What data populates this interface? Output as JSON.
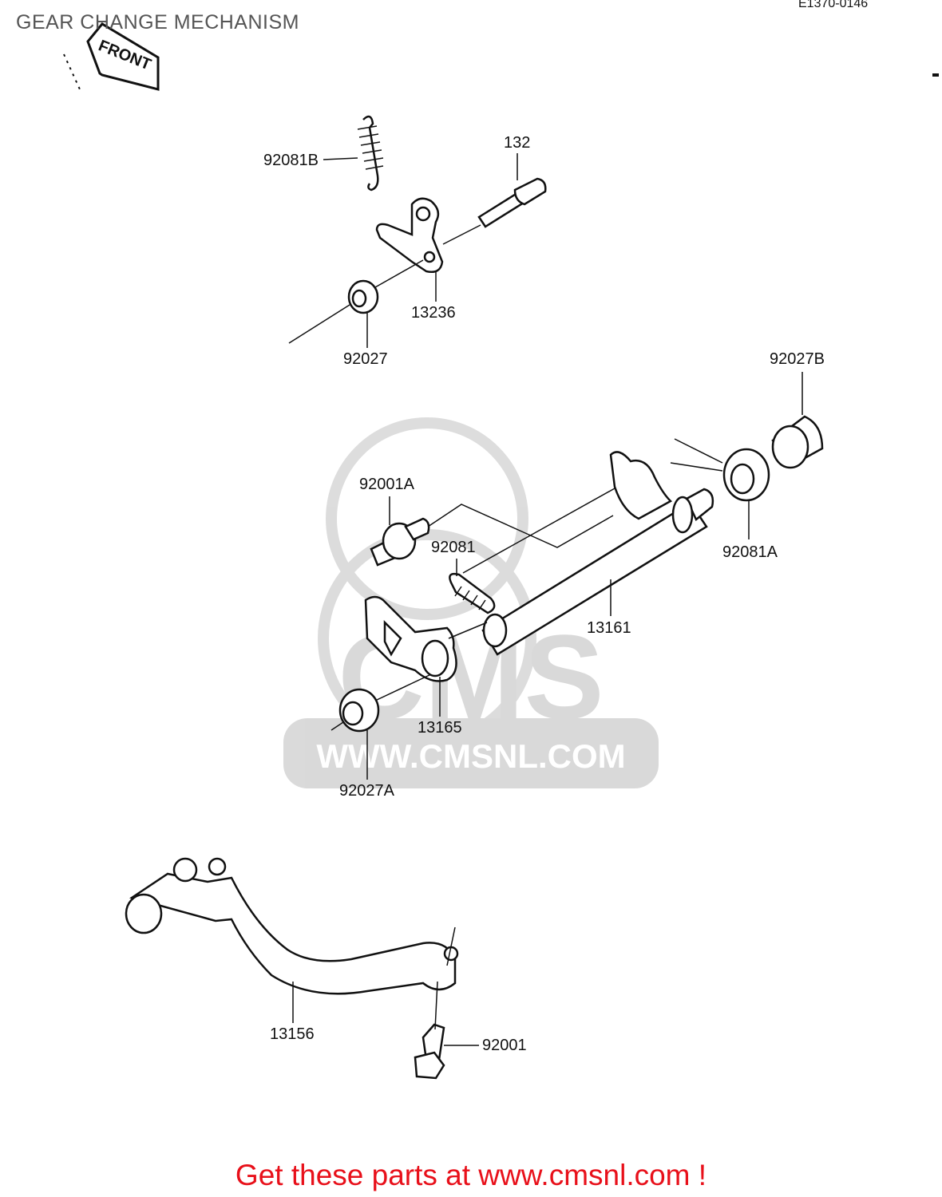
{
  "header": {
    "title": "GEAR CHANGE MECHANISM",
    "diagram_code": "E1370-0146"
  },
  "front_marker": "FRONT",
  "parts": {
    "p92081B": "92081B",
    "p132": "132",
    "p13236": "13236",
    "p92027": "92027",
    "p92027B": "92027B",
    "p92001A": "92001A",
    "p92081": "92081",
    "p92081A": "92081A",
    "p13161": "13161",
    "p13165": "13165",
    "p92027A": "92027A",
    "p13156": "13156",
    "p92001": "92001"
  },
  "watermark": {
    "logo": "CMS",
    "url": "WWW.CMSNL.COM"
  },
  "footer": {
    "text": "Get these parts at www.cmsnl.com !",
    "color": "#e8101a"
  }
}
